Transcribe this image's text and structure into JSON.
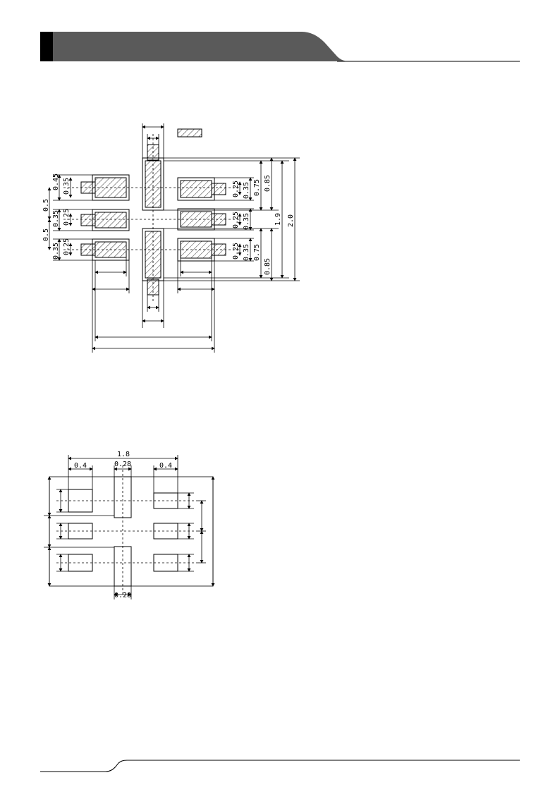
{
  "drawing_top": {
    "vertical_labels_left": [
      "0.45",
      "0.35",
      "0.5",
      "0.35",
      "0.25",
      "0.5",
      "0.35",
      "0.25"
    ],
    "vertical_labels_right": [
      "0.25",
      "0.35",
      "0.75",
      "0.85",
      "0.25",
      "0.35",
      "1.9",
      "2.0",
      "0.25",
      "0.35",
      "0.75",
      "0.85"
    ]
  },
  "drawing_bottom": {
    "width_total": "1.8",
    "pad_width_left": "0.4",
    "center_width": "0.28",
    "pad_width_right": "0.4",
    "center_width_bottom": "0.28"
  },
  "colors": {
    "header_bar": "#5a5a5a",
    "header_accent": "#000000",
    "line": "#000000"
  }
}
